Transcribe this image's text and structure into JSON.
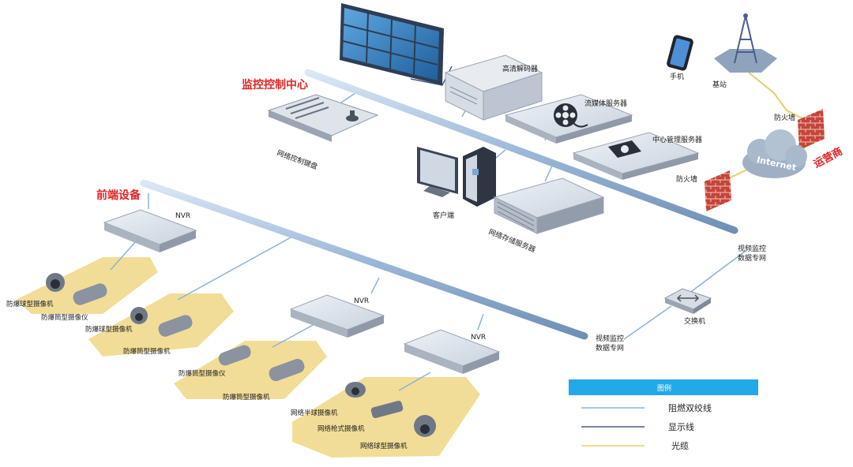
{
  "sections": {
    "control_center": "监控控制中心",
    "front_end": "前端设备",
    "operator": "运营商"
  },
  "devices": {
    "video_wall": "",
    "hd_decoder": "高清解码器",
    "streaming_server": "流媒体服务器",
    "central_mgmt_server": "中心管理服务器",
    "network_keyboard": "网络控制键盘",
    "client": "客户端",
    "storage_server": "网络存储服务器",
    "phone": "手机",
    "base_station": "基站",
    "firewall_top": "防火墙",
    "firewall_mid": "防火墙",
    "internet": "Internet",
    "switch": "交换机",
    "nvr_1": "NVR",
    "nvr_2": "NVR",
    "nvr_3": "NVR"
  },
  "network_labels": {
    "private_net_right": [
      "视频监控",
      "数据专网"
    ],
    "private_net_bottom": [
      "视频监控",
      "数据专网"
    ]
  },
  "cameras": [
    {
      "label": "防爆球型摄像机"
    },
    {
      "label": "防爆筒型摄像仪"
    },
    {
      "label": "防爆球型摄像机"
    },
    {
      "label": "防爆筒型摄像机"
    },
    {
      "label": "防爆筒型摄像仪"
    },
    {
      "label": "防爆筒型摄像机"
    },
    {
      "label": "网络半球摄像机"
    },
    {
      "label": "网络枪式摄像机"
    },
    {
      "label": "网络球型摄像机"
    }
  ],
  "legend": {
    "title": "图例",
    "items": [
      {
        "label": "阻燃双绞线",
        "color": "#8ab4d8"
      },
      {
        "label": "显示线",
        "color": "#4a5f8a"
      },
      {
        "label": "光缆",
        "color": "#e6cf6a"
      }
    ]
  },
  "colors": {
    "camera_zone": "#f2dd98",
    "section_header": "#e02424",
    "pipe": "#9db8d8",
    "legend_bar": "#23a8e8",
    "brick": "#c5443a"
  }
}
